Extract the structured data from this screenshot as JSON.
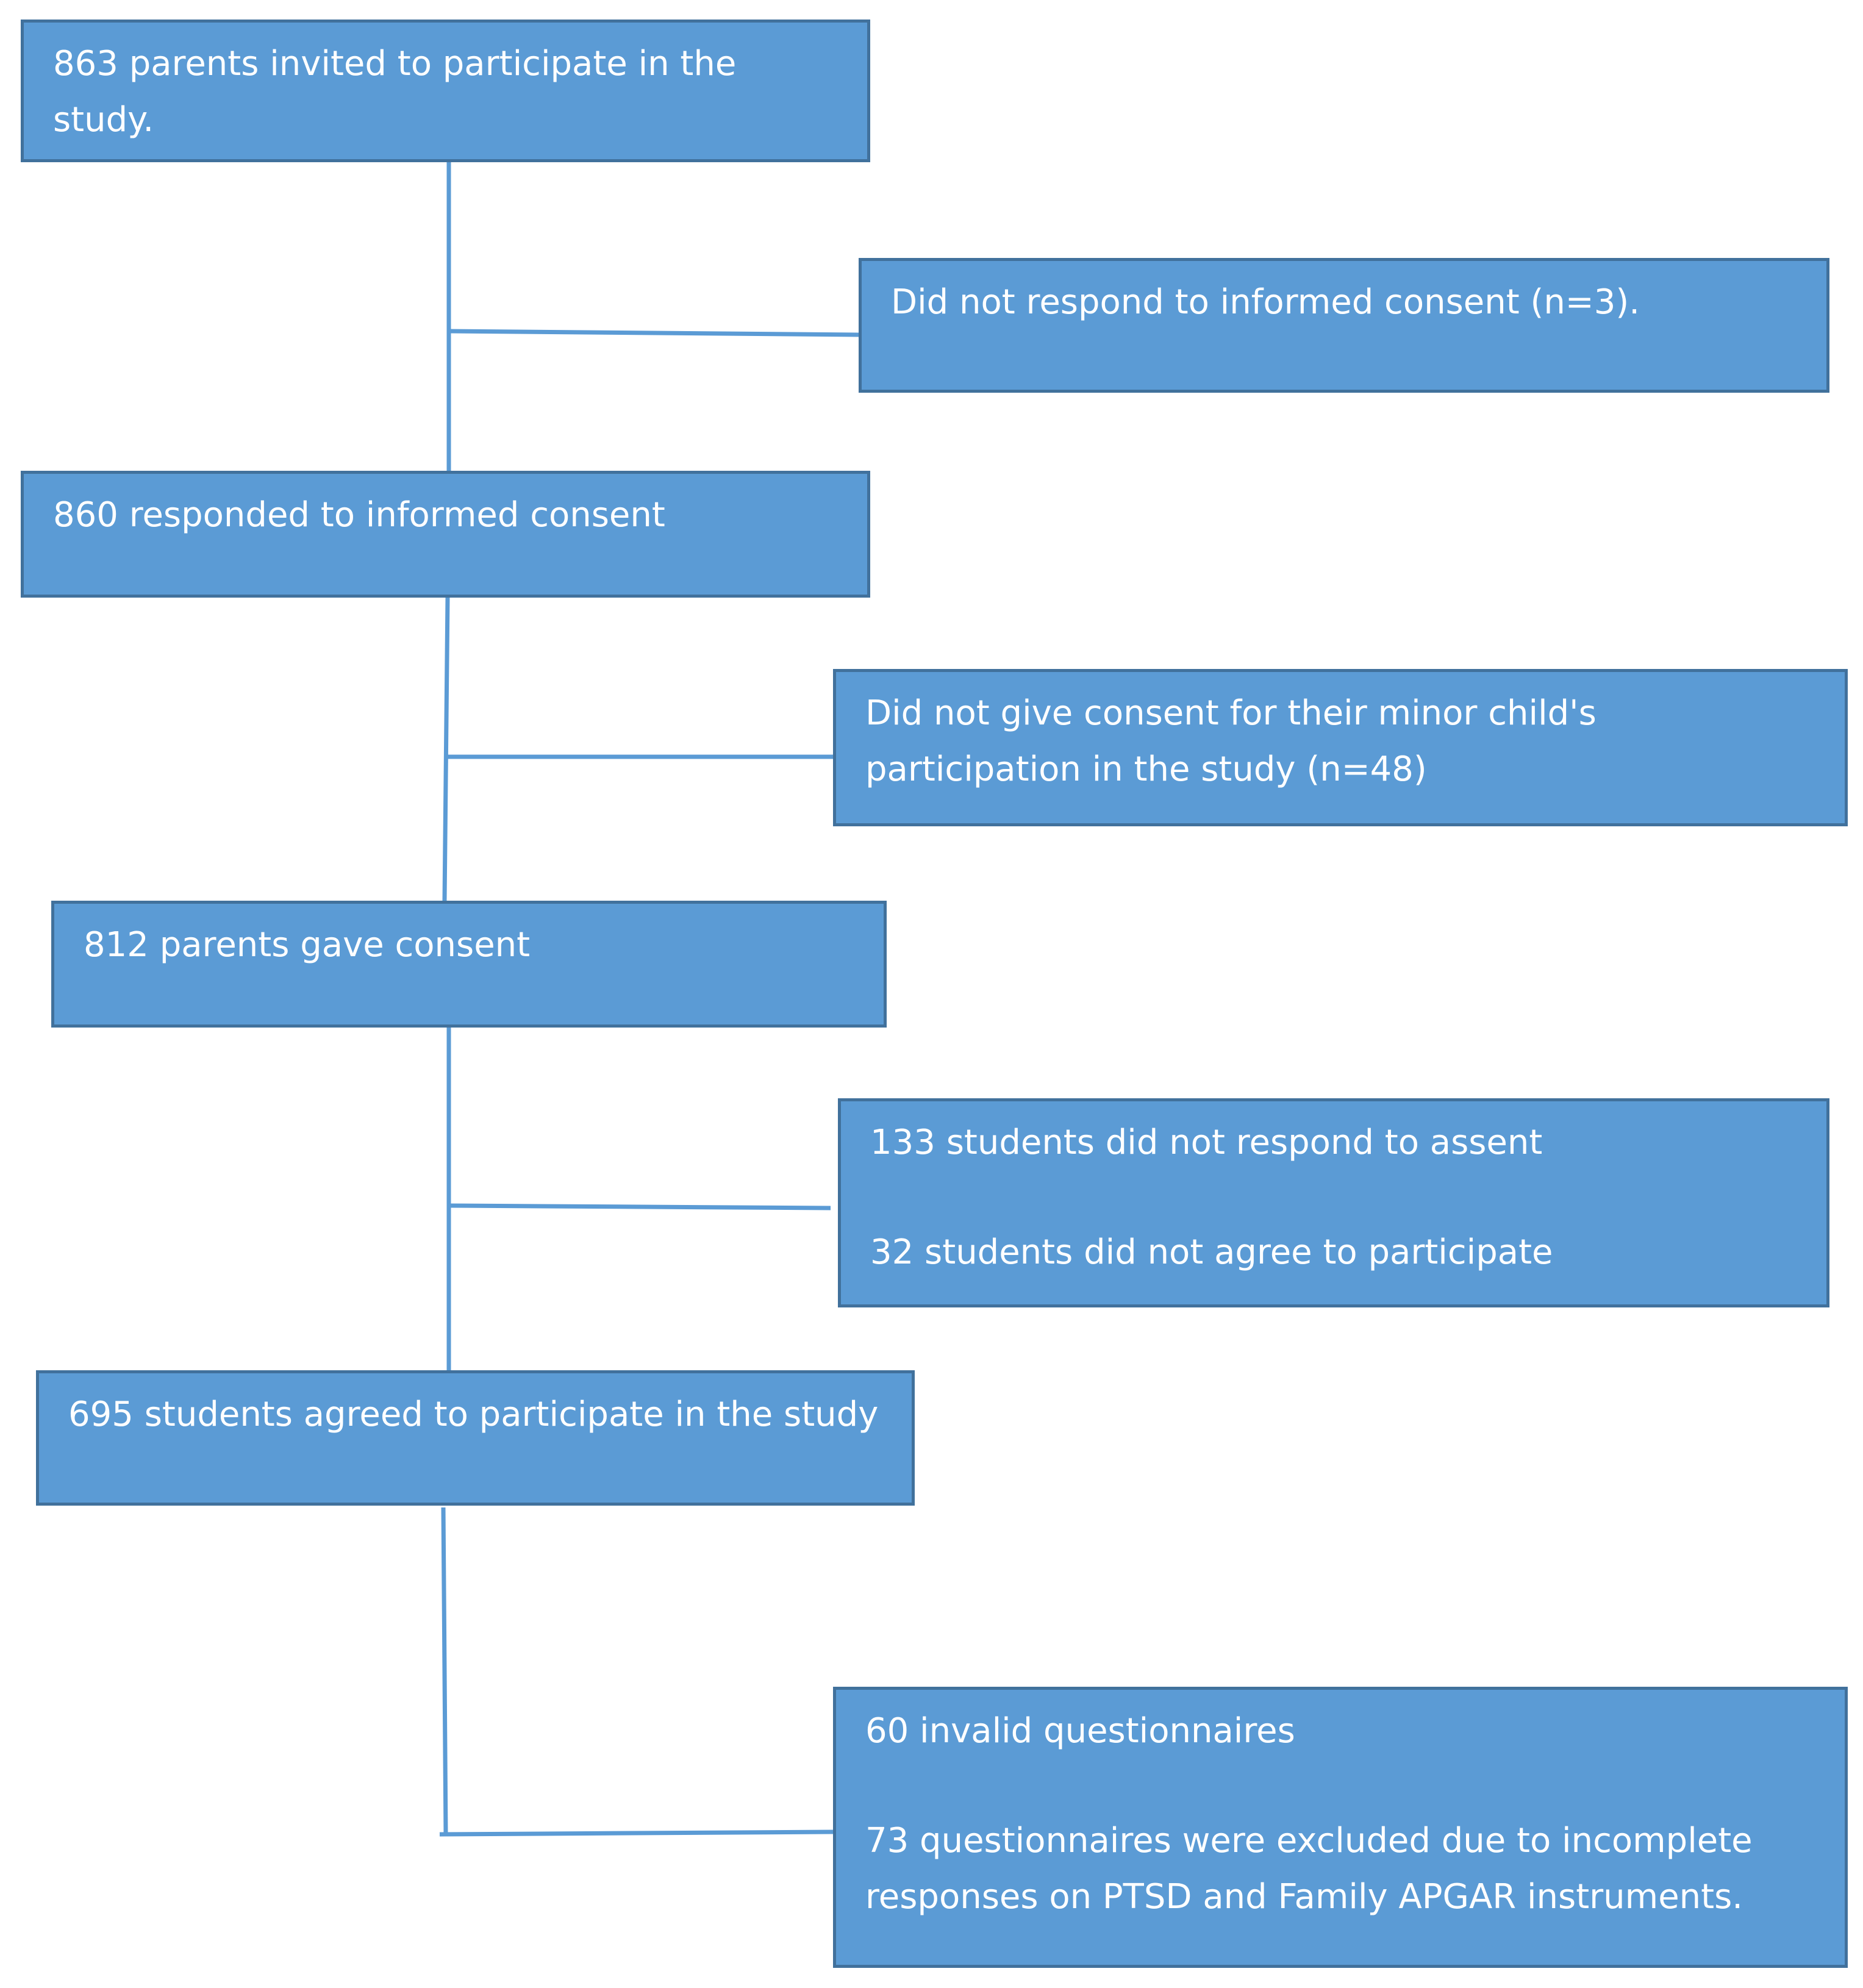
{
  "flowchart": {
    "main_steps": [
      "863 parents invited to participate in the study.",
      "860 responded to informed consent",
      "812 parents gave consent",
      "695 students agreed to participate in the study"
    ],
    "exclusions": [
      [
        "Did not respond to informed consent (n=3)."
      ],
      [
        "Did not give consent for their minor child's participation in the study (n=48)"
      ],
      [
        "133 students did not respond to assent",
        "32 students did not agree to participate"
      ],
      [
        "60 invalid questionnaires",
        "73 questionnaires were excluded due to incomplete responses on PTSD and Family APGAR instruments."
      ]
    ],
    "colors": {
      "box_fill": "#5b9bd5",
      "box_border": "#41719c",
      "connector": "#5b9bd5",
      "text": "#ffffff"
    }
  }
}
